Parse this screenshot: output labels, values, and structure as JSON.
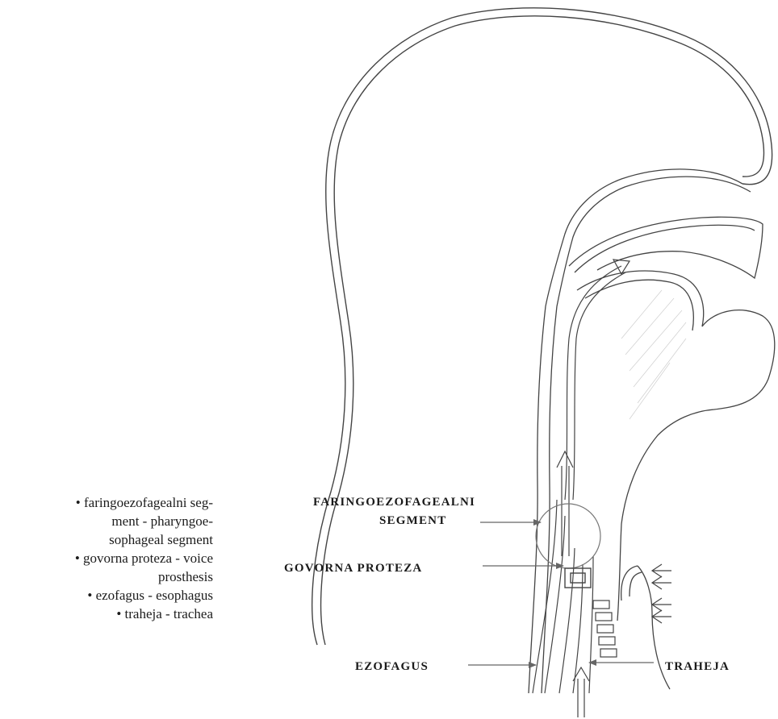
{
  "legend": {
    "items": [
      {
        "line1": "• faringoezofagealni seg-",
        "line2": "ment - pharyngoe-",
        "line3": "sophageal segment"
      },
      {
        "line1": "• govorna proteza - voice",
        "line2": "prosthesis"
      },
      {
        "line1": "• ezofagus - esophagus"
      },
      {
        "line1": "• traheja - trachea"
      }
    ]
  },
  "diagram": {
    "labels": {
      "segment_line1": "FARINGOEZOFAGEALNI",
      "segment_line2": "SEGMENT",
      "prosthesis": "GOVORNA PROTEZA",
      "esophagus": "EZOFAGUS",
      "trachea": "TRAHEJA"
    }
  }
}
